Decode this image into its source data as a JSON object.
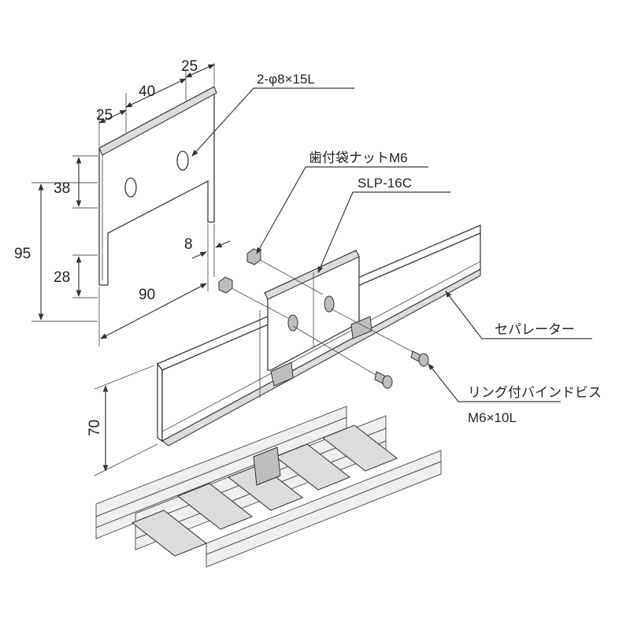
{
  "plate_dimensions": {
    "top_left": "25",
    "top_mid": "40",
    "top_right": "25",
    "height_upper": "38",
    "height_total": "95",
    "height_lower": "28",
    "gap": "8",
    "width": "90"
  },
  "separator_height": "70",
  "callouts": {
    "holes": "2-φ8×15L",
    "nut": "歯付袋ナットM6",
    "part_no": "SLP-16C",
    "separator": "セパレーター",
    "screw": "リング付バインドビス",
    "screw_size": "M6×10L"
  }
}
